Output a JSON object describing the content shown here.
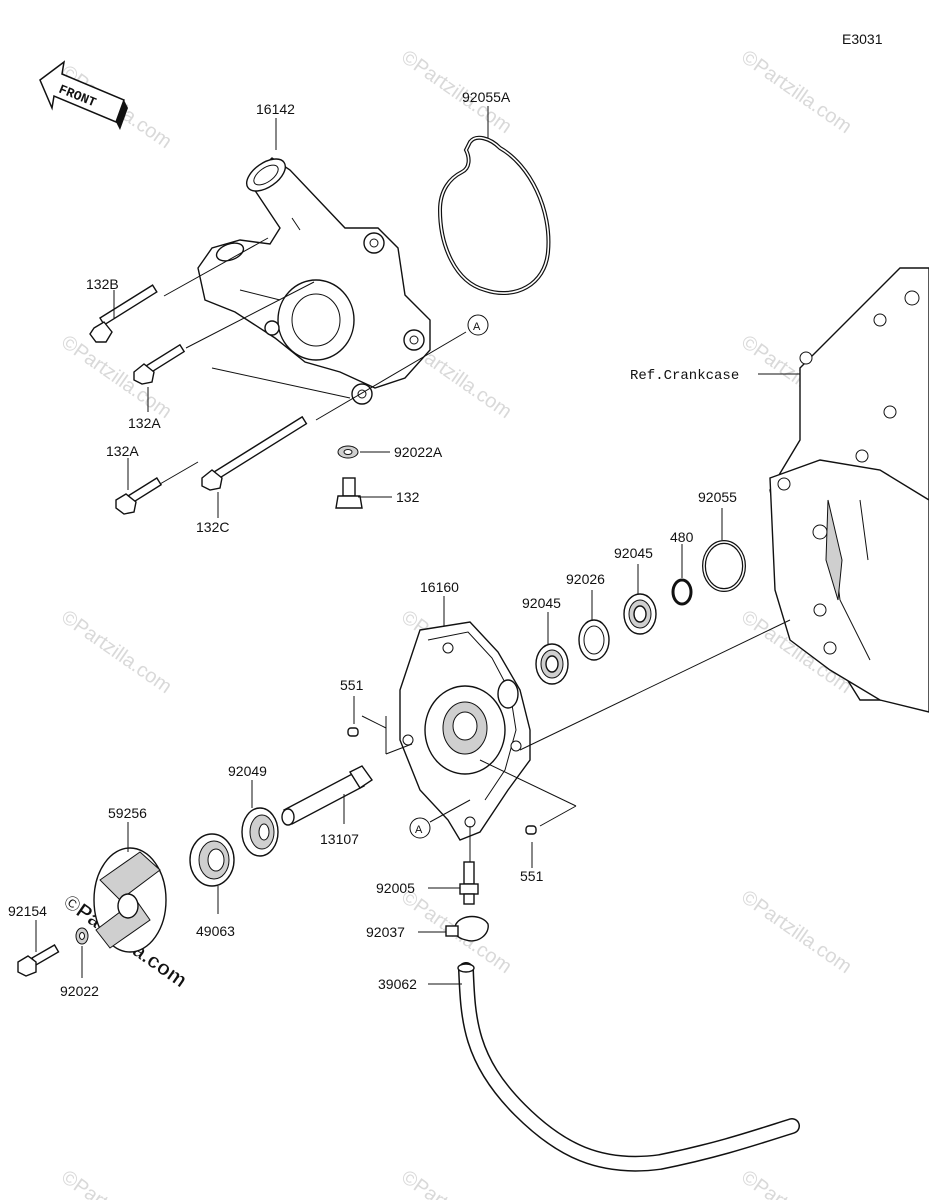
{
  "diagram_code": "E3031",
  "front_label": "FRONT",
  "ref_label": "Ref.Crankcase",
  "watermark": "©Partzilla.com",
  "ref_marker": "A",
  "parts": {
    "p16142": "16142",
    "p92055A": "92055A",
    "p132B": "132B",
    "p132A_upper": "132A",
    "p132A_lower": "132A",
    "p132C": "132C",
    "p92022A": "92022A",
    "p132": "132",
    "p92055": "92055",
    "p480": "480",
    "p92045_right": "92045",
    "p92026": "92026",
    "p92045_left": "92045",
    "p16160": "16160",
    "p551_upper": "551",
    "p551_lower": "551",
    "p92049": "92049",
    "p59256": "59256",
    "p13107": "13107",
    "p49063": "49063",
    "p92154": "92154",
    "p92022": "92022",
    "p92005": "92005",
    "p92037": "92037",
    "p39062": "39062"
  }
}
